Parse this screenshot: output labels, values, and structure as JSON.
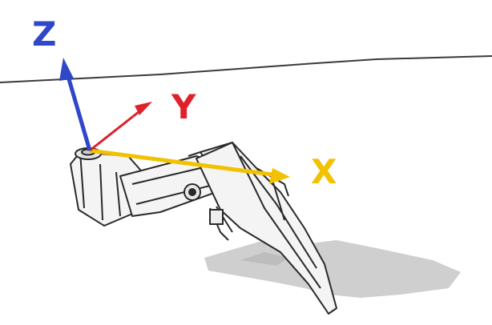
{
  "axes": {
    "x": {
      "label": "X",
      "color": "#f2c200"
    },
    "y": {
      "label": "Y",
      "color": "#e0202a"
    },
    "z": {
      "label": "Z",
      "color": "#2f47c8"
    }
  },
  "scene": {
    "ground_line_color": "#3a3a3a",
    "shadow_color": "#c9c9c9",
    "sketch_color": "#2a2a2a",
    "robot_fill": "#f4f4f4"
  }
}
